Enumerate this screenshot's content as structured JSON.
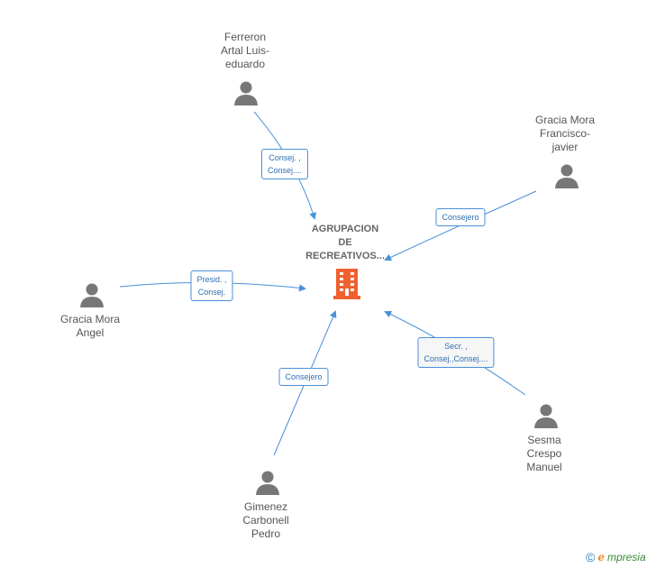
{
  "center": {
    "name": "AGRUPACION\nDE\nRECREATIVOS...",
    "icon": "building-icon",
    "color": "#f06030"
  },
  "persons": [
    {
      "id": "ferreron",
      "name": "Ferreron\nArtal Luis-\neduardo",
      "role": "Consej. ,\nConsej....",
      "icon": "person-icon"
    },
    {
      "id": "francisco",
      "name": "Gracia Mora\nFrancisco-\njavier",
      "role": "Consejero",
      "icon": "person-icon"
    },
    {
      "id": "angel",
      "name": "Gracia Mora\nAngel",
      "role": "Presid. ,\nConsej.",
      "icon": "person-icon"
    },
    {
      "id": "manuel",
      "name": "Sesma\nCrespo\nManuel",
      "role": "Secr. ,\nConsej.,Consej....",
      "icon": "person-icon"
    },
    {
      "id": "pedro",
      "name": "Gimenez\nCarbonell\nPedro",
      "role": "Consejero",
      "icon": "person-icon"
    }
  ],
  "colors": {
    "edge": "#4a90d9",
    "person": "#777777",
    "building": "#f06030"
  },
  "brand": {
    "copyright": "©",
    "initial": "e",
    "rest": "mpresia"
  }
}
